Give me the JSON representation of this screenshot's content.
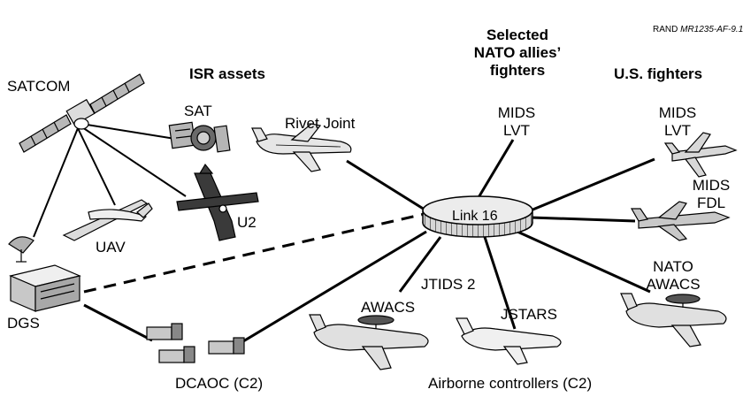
{
  "credit": {
    "org": "RAND",
    "doc_id": "MR1235-AF-9.1"
  },
  "groups": {
    "isr_assets": "ISR assets",
    "nato_fighters": [
      "Selected",
      "NATO allies’",
      "fighters"
    ],
    "us_fighters": "U.S. fighters"
  },
  "hub": {
    "label": "Link 16"
  },
  "nodes": {
    "satcom": "SATCOM",
    "sat": "SAT",
    "rivet_joint": "Rivet Joint",
    "u2": "U2",
    "uav": "UAV",
    "dgs": "DGS",
    "dcaoc": "DCAOC (C2)",
    "awacs": "AWACS",
    "jtids2": "JTIDS 2",
    "jstars": "JSTARS",
    "airborne_controllers": "Airborne controllers (C2)",
    "nato_mids_lvt": [
      "MIDS",
      "LVT"
    ],
    "us_mids_lvt": [
      "MIDS",
      "LVT"
    ],
    "us_mids_fdl": [
      "MIDS",
      "FDL"
    ],
    "nato_awacs": [
      "NATO",
      "AWACS"
    ]
  },
  "style": {
    "ink": "#000000",
    "aircraft_fill": "#e6e6e6",
    "aircraft_dark": "#9a9a9a",
    "hub_fill": "#d8d8d8"
  }
}
